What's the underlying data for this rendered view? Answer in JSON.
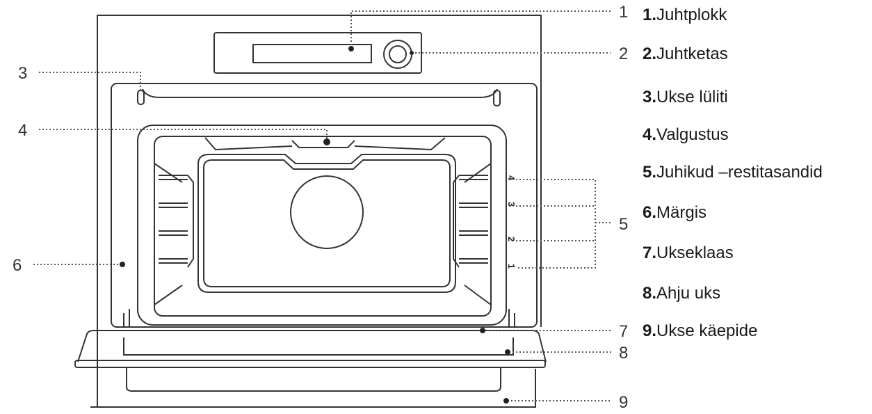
{
  "callout_numbers": [
    "1",
    "2",
    "3",
    "4",
    "5",
    "6",
    "7",
    "8",
    "9"
  ],
  "rack_levels": [
    "4",
    "3",
    "2",
    "1"
  ],
  "legend": [
    {
      "num": "1.",
      "text": "Juhtplokk"
    },
    {
      "num": "2.",
      "text": "Juhtketas"
    },
    {
      "num": "3.",
      "text": "Ukse lüliti"
    },
    {
      "num": "4.",
      "text": "Valgustus"
    },
    {
      "num": "5.",
      "text": "Juhikud –restitasandid"
    },
    {
      "num": "6.",
      "text": "Märgis"
    },
    {
      "num": "7.",
      "text": "Ukseklaas"
    },
    {
      "num": "8.",
      "text": "Ahju uks"
    },
    {
      "num": "9.",
      "text": "Ukse käepide"
    }
  ],
  "colors": {
    "line": "#333333",
    "dotted": "#555555",
    "background": "#ffffff"
  }
}
